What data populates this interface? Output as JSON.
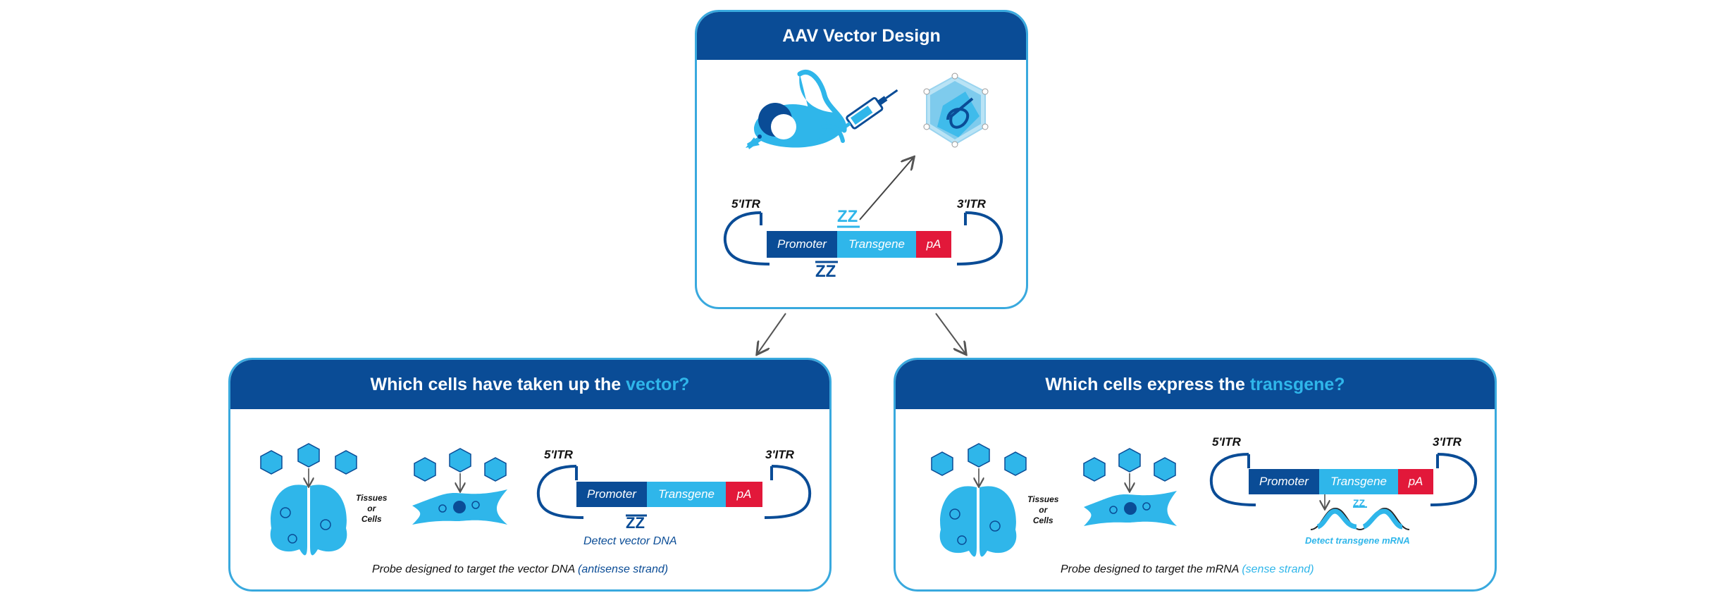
{
  "top": {
    "title": "AAV Vector Design",
    "itr5": "5'ITR",
    "itr3": "3'ITR",
    "promoter": "Promoter",
    "transgene": "Transgene",
    "pa": "pA",
    "zz_top": "ZZ",
    "zz_bottom": "ZZ"
  },
  "left": {
    "title_main": "Which cells have taken up the ",
    "title_accent": "vector?",
    "tissues_line1": "Tissues",
    "tissues_line2": "or",
    "tissues_line3": "Cells",
    "itr5": "5'ITR",
    "itr3": "3'ITR",
    "promoter": "Promoter",
    "transgene": "Transgene",
    "pa": "pA",
    "zz": "ZZ",
    "detect": "Detect vector DNA",
    "caption_main": "Probe designed to target the vector DNA ",
    "caption_paren": "(antisense strand)"
  },
  "right": {
    "title_main": "Which cells express the ",
    "title_accent": "transgene?",
    "tissues_line1": "Tissues",
    "tissues_line2": "or",
    "tissues_line3": "Cells",
    "itr5": "5'ITR",
    "itr3": "3'ITR",
    "promoter": "Promoter",
    "transgene": "Transgene",
    "pa": "pA",
    "zz": "ZZ",
    "detect": "Detect transgene mRNA",
    "caption_main": "Probe designed to target the mRNA ",
    "caption_paren": "(sense strand)"
  },
  "colors": {
    "dark_blue": "#0a4c96",
    "light_blue": "#2fb6ea",
    "red": "#e2183a",
    "border": "#39a9de"
  }
}
